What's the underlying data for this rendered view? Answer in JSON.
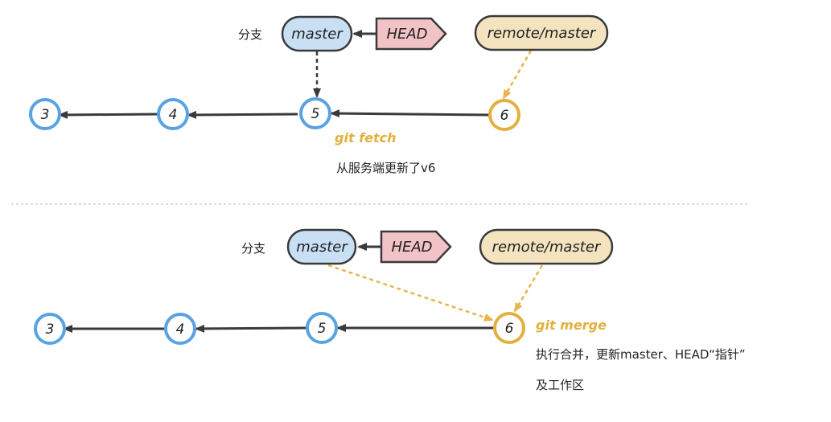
{
  "colors": {
    "node_blue": "#5aa3e0",
    "node_gold": "#e0b13e",
    "master_fill": "#c9dff4",
    "head_fill": "#f2c3c6",
    "remote_fill": "#f4e3bf",
    "outline": "#3a3a3a",
    "dashed_gold": "#e6b64a",
    "separator": "#c8c8c8"
  },
  "top": {
    "branch_label": "分支",
    "master": "master",
    "head": "HEAD",
    "remote": "remote/master",
    "nodes": [
      "3",
      "4",
      "5",
      "6"
    ],
    "command": "git fetch",
    "note": "从服务端更新了v6"
  },
  "bottom": {
    "branch_label": "分支",
    "master": "master",
    "head": "HEAD",
    "remote": "remote/master",
    "nodes": [
      "3",
      "4",
      "5",
      "6"
    ],
    "command": "git merge",
    "note_line1": "执行合并，更新master、HEAD“指针”",
    "note_line2": "及工作区"
  }
}
